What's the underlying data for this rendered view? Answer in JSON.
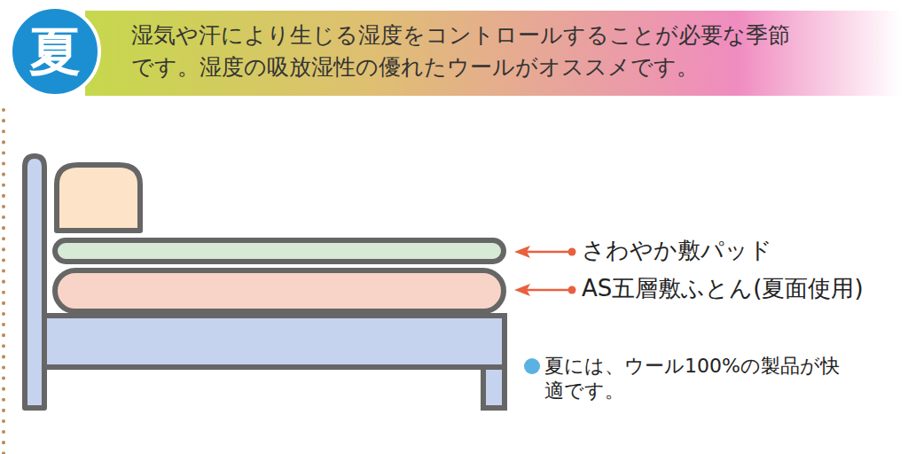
{
  "diagram": {
    "nodes": [
      {
        "text": [
          "夏"
        ]
      },
      {
        "text": [
          "湿気や汗により生じる湿度をコントロールすることが必要な季節です。湿度の吸放湿性の優れたウールがオススメです。"
        ]
      }
    ],
    "labels": [
      "さわやか敷パッド",
      "AS五層敷ふとん(夏面使用)",
      "夏には、ウール100%の製品が快適です。"
    ]
  }
}
